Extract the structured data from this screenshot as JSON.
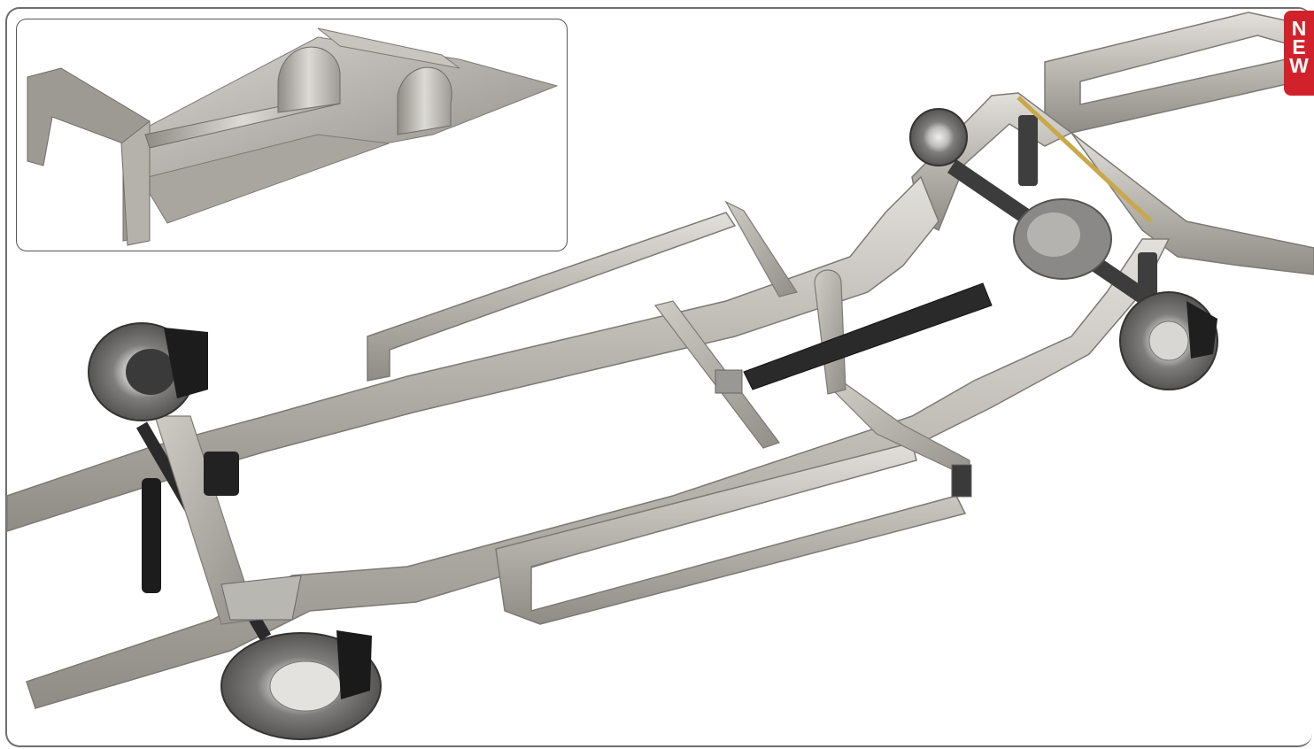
{
  "badge": {
    "letters": [
      "N",
      "E",
      "W"
    ],
    "color": "#d1222c"
  },
  "colors": {
    "steel": "#b7b4ae",
    "steel_dark": "#8d8a85",
    "steel_light": "#dcdad5",
    "rubber": "#222222",
    "frame_border": "#6f6f6f"
  },
  "scene": {
    "main_image": "chassis-frame-with-suspension",
    "inset_image": "floor-pan-and-wheel-tubs"
  }
}
